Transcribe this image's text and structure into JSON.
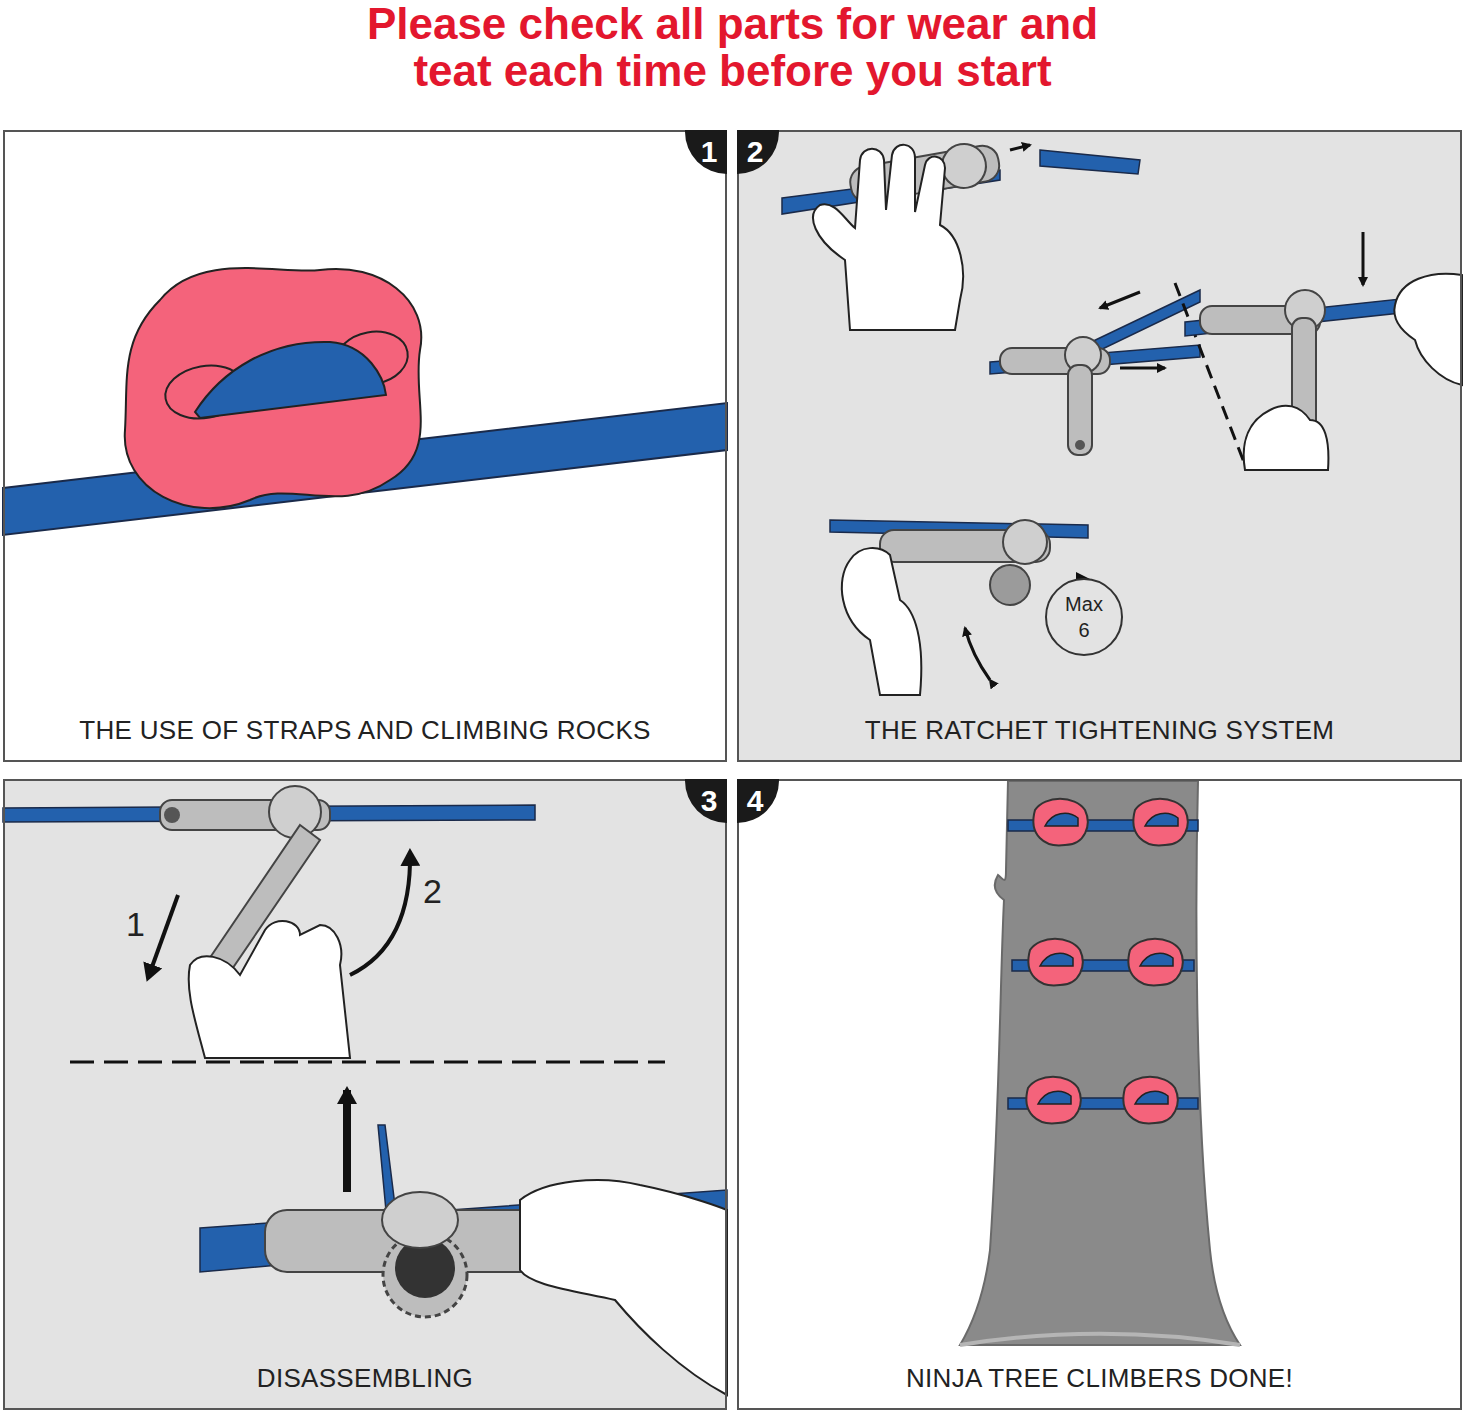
{
  "diagram": {
    "title": "Please check all parts for wear and teat each time before you start",
    "nodes": [
      {
        "text": [
          "THE USE OF STRAPS AND CLIMBING ROCKS"
        ]
      },
      {
        "text": [
          "1"
        ],
        "in": 0
      },
      {
        "text": [
          "THE RATCHET TIGHTENING SYSTEM"
        ]
      },
      {
        "text": [
          "2"
        ],
        "in": 2
      },
      {
        "text": [
          "Max 6"
        ],
        "in": 2
      },
      {
        "text": [
          "DISASSEMBLING"
        ]
      },
      {
        "text": [
          "3"
        ],
        "in": 5
      },
      {
        "text": [
          "NINJA TREE CLIMBERS DONE!"
        ]
      },
      {
        "text": [
          "4"
        ],
        "in": 7
      }
    ],
    "labels": [
      "1",
      "2"
    ]
  }
}
